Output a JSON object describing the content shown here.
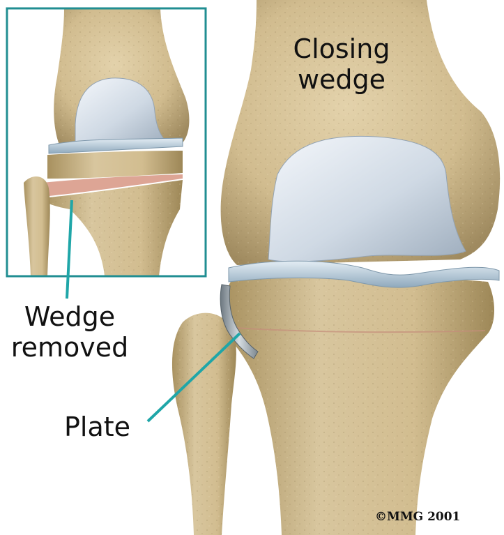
{
  "labels": {
    "closing_wedge": [
      "Closing",
      "wedge"
    ],
    "wedge_removed": [
      "Wedge",
      "removed"
    ],
    "plate": "Plate"
  },
  "copyright": "©MMG 2001",
  "colors": {
    "bone": "#d3bf94",
    "bone_shadow": "#a58f62",
    "cartilage": "#d9e3ee",
    "meniscus": "#b9cedf",
    "pointer_line": "#1fa6a8",
    "inset_border": "#208e92",
    "wedge_cut": "#d99b8a"
  },
  "icons": {
    "femur": "femur-bone-icon",
    "tibia": "tibia-bone-icon",
    "fibula": "fibula-bone-icon",
    "plate": "fixation-plate-icon"
  }
}
